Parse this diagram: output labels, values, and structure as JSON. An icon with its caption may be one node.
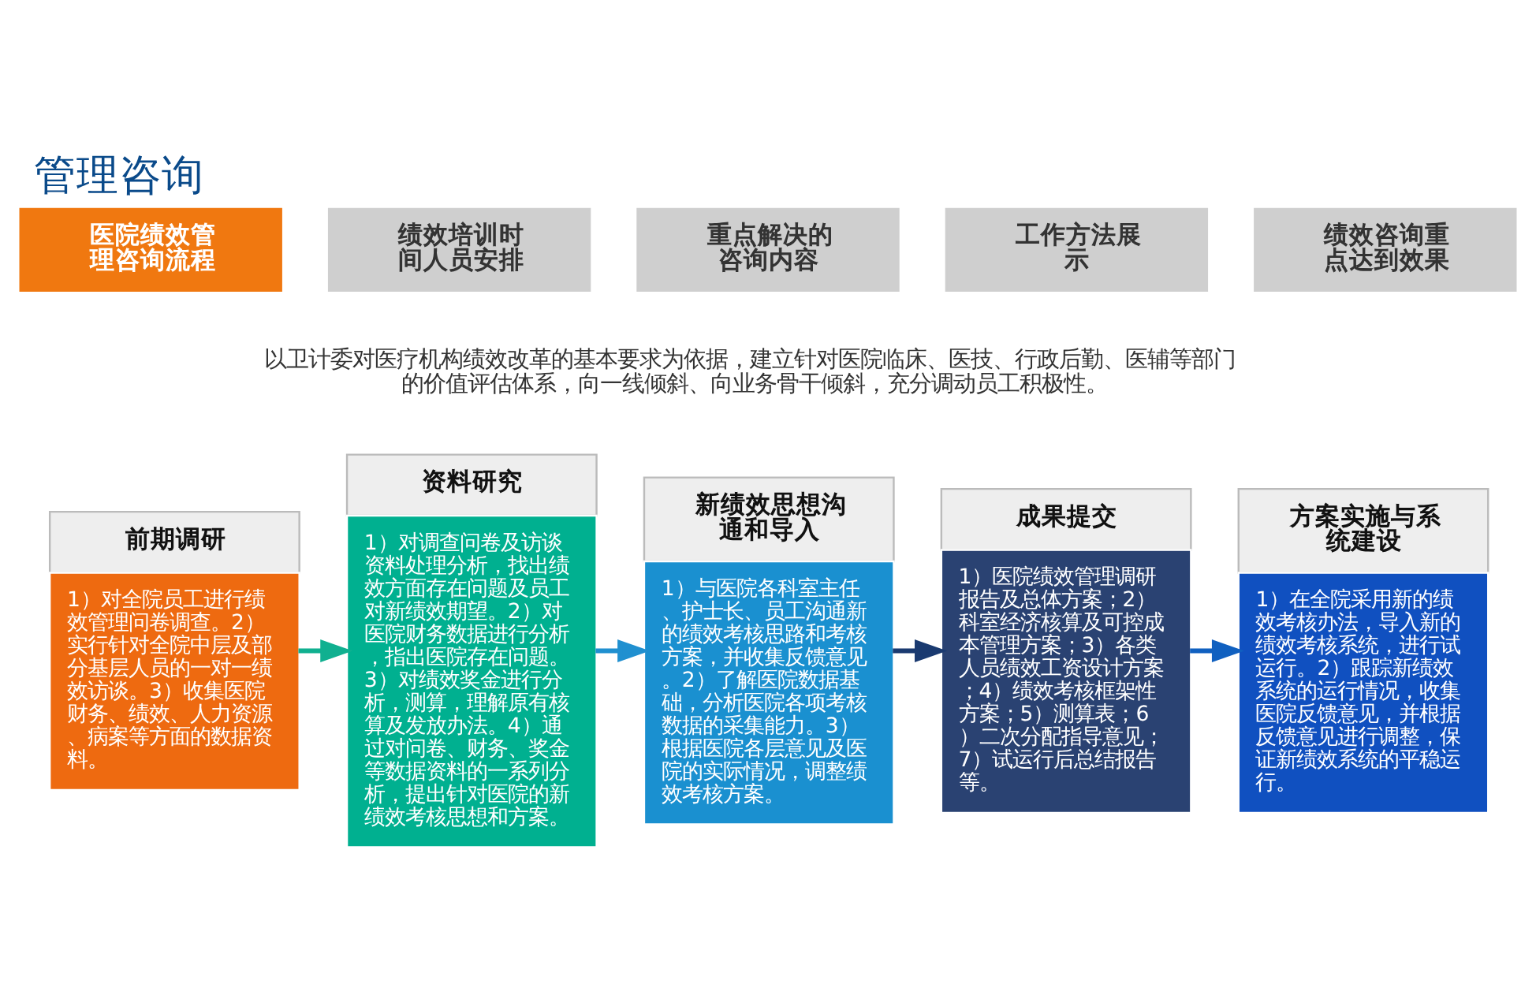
{
  "diagram": {
    "title": "管理咨询",
    "nodes": [
      {
        "text": [
          "医院绩效管理咨询流程"
        ]
      },
      {
        "text": [
          "绩效培训时间人员安排"
        ]
      },
      {
        "text": [
          "重点解决的咨询内容"
        ]
      },
      {
        "text": [
          "工作方法展示"
        ]
      },
      {
        "text": [
          "绩效咨询重点达到效果"
        ]
      },
      {
        "text": [
          "前期调研",
          "1）对全院员工进行绩效管理问卷调查。2）实行针对全院中层及部分基层人员的一对一绩效访谈。3）收集医院财务、绩效、人力资源、病案等方面的数据资料。"
        ]
      },
      {
        "text": [
          "资料研究",
          "1）对调查问卷及访谈资料处理分析，找出绩效方面存在问题及员工对新绩效期望。2）对医院财务数据进行分析，指出医院存在问题。3）对绩效奖金进行分析，测算，理解原有核算及发放办法。4）通过对问卷、财务、奖金等数据资料的一系列分析，提出针对医院的新绩效考核思想和方案。"
        ]
      },
      {
        "text": [
          "新绩效思想沟通和导入",
          "1）与医院各科室主任、护士长、员工沟通新的绩效考核思路和考核方案，并收集反馈意见。2）了解医院数据基础，分析医院各项考核数据的采集能力。3）根据医院各层意见及医院的实际情况，调整绩效考核方案。"
        ]
      },
      {
        "text": [
          "成果提交",
          "1）医院绩效管理调研报告及总体方案；2）科室经济核算及可控成本管理方案；3）各类人员绩效工资设计方案；4）绩效考核框架性方案；5）测算表；6）二次分配指导意见；7）试运行后总结报告等。"
        ]
      },
      {
        "text": [
          "方案实施与系统建设",
          "1）在全院采用新的绩效考核办法，导入新的绩效考核系统，进行试运行。2）跟踪新绩效系统的运行情况，收集医院反馈意见，并根据反馈意见进行调整，保证新绩效系统的平稳运行。"
        ]
      }
    ],
    "edges": [
      {
        "from": 5,
        "to": 6,
        "arrow": "to",
        "color": "#10b090"
      },
      {
        "from": 6,
        "to": 7,
        "arrow": "to",
        "color": "#2090d0"
      },
      {
        "from": 7,
        "to": 8,
        "arrow": "to",
        "color": "#1a3a70"
      },
      {
        "from": 8,
        "to": 9,
        "arrow": "to",
        "color": "#1060c0"
      }
    ],
    "labels": [
      "以卫计委对医疗机构绩效改革的基本要求为依据，建立针对医院临床、医技、行政后勤、医辅等部门的价值评估体系，向一线倾斜、向业务骨干倾斜，充分调动员工积极性。"
    ]
  }
}
